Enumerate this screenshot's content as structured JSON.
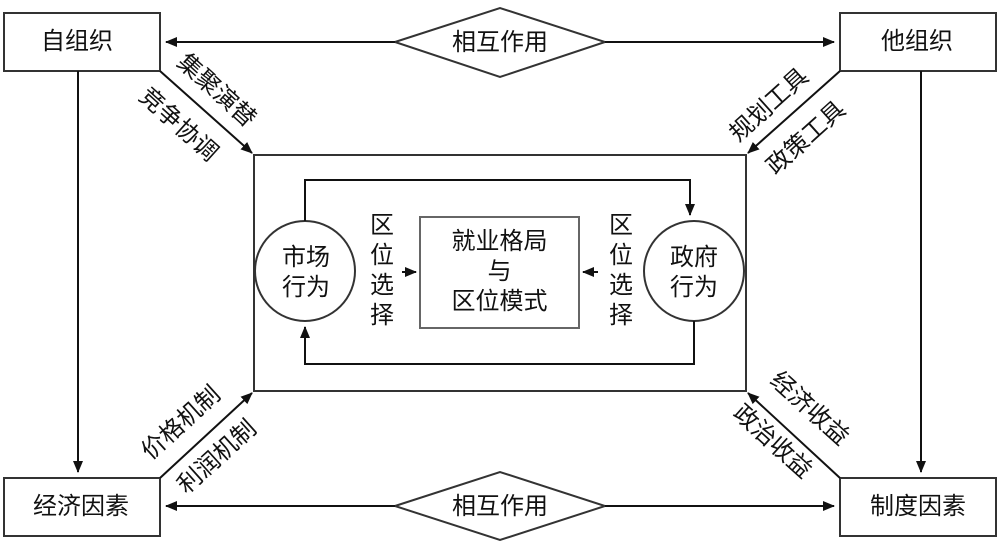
{
  "nodes": {
    "self_org": "自组织",
    "other_org": "他组织",
    "economic": "经济因素",
    "institutional": "制度因素",
    "interaction_top": "相互作用",
    "interaction_bottom": "相互作用",
    "market_line1": "市场",
    "market_line2": "行为",
    "gov_line1": "政府",
    "gov_line2": "行为",
    "center_line1": "就业格局",
    "center_line2": "与",
    "center_line3": "区位模式"
  },
  "edges": {
    "left_choice": "区位选择",
    "right_choice": "区位选择",
    "agglomeration": "集聚演替",
    "competition": "竞争协调",
    "planning_tools": "规划工具",
    "policy_tools": "政策工具",
    "price_mechanism": "价格机制",
    "profit_mechanism": "利润机制",
    "economic_benefit": "经济收益",
    "political_benefit": "政治收益"
  }
}
